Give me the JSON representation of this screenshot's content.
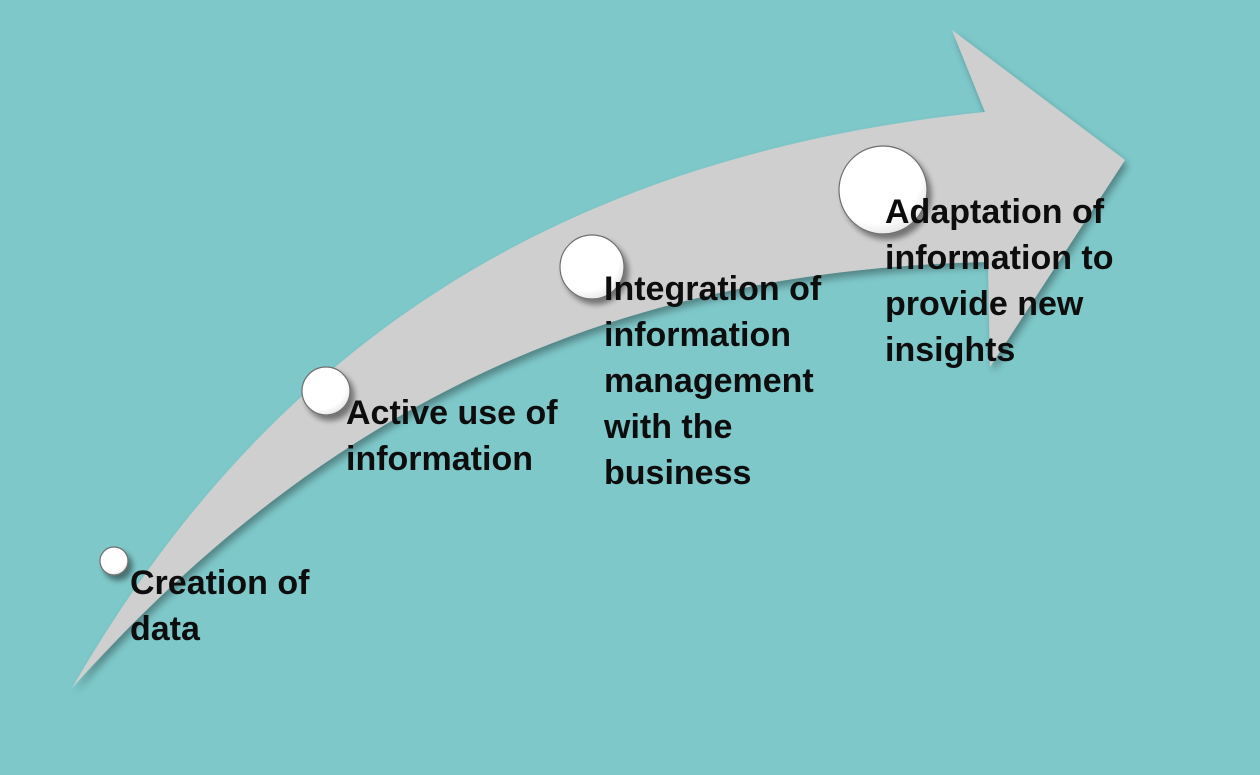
{
  "diagram": {
    "background_color": "#7ec8ca",
    "arrow_color": "#cfcfcf",
    "circle_color": "#ffffff",
    "steps": [
      {
        "label": "Creation of\ndata"
      },
      {
        "label": "Active use of\ninformation"
      },
      {
        "label": "Integration of\ninformation\nmanagement\nwith the\nbusiness"
      },
      {
        "label": "Adaptation of\ninformation to\nprovide new\ninsights"
      }
    ]
  }
}
